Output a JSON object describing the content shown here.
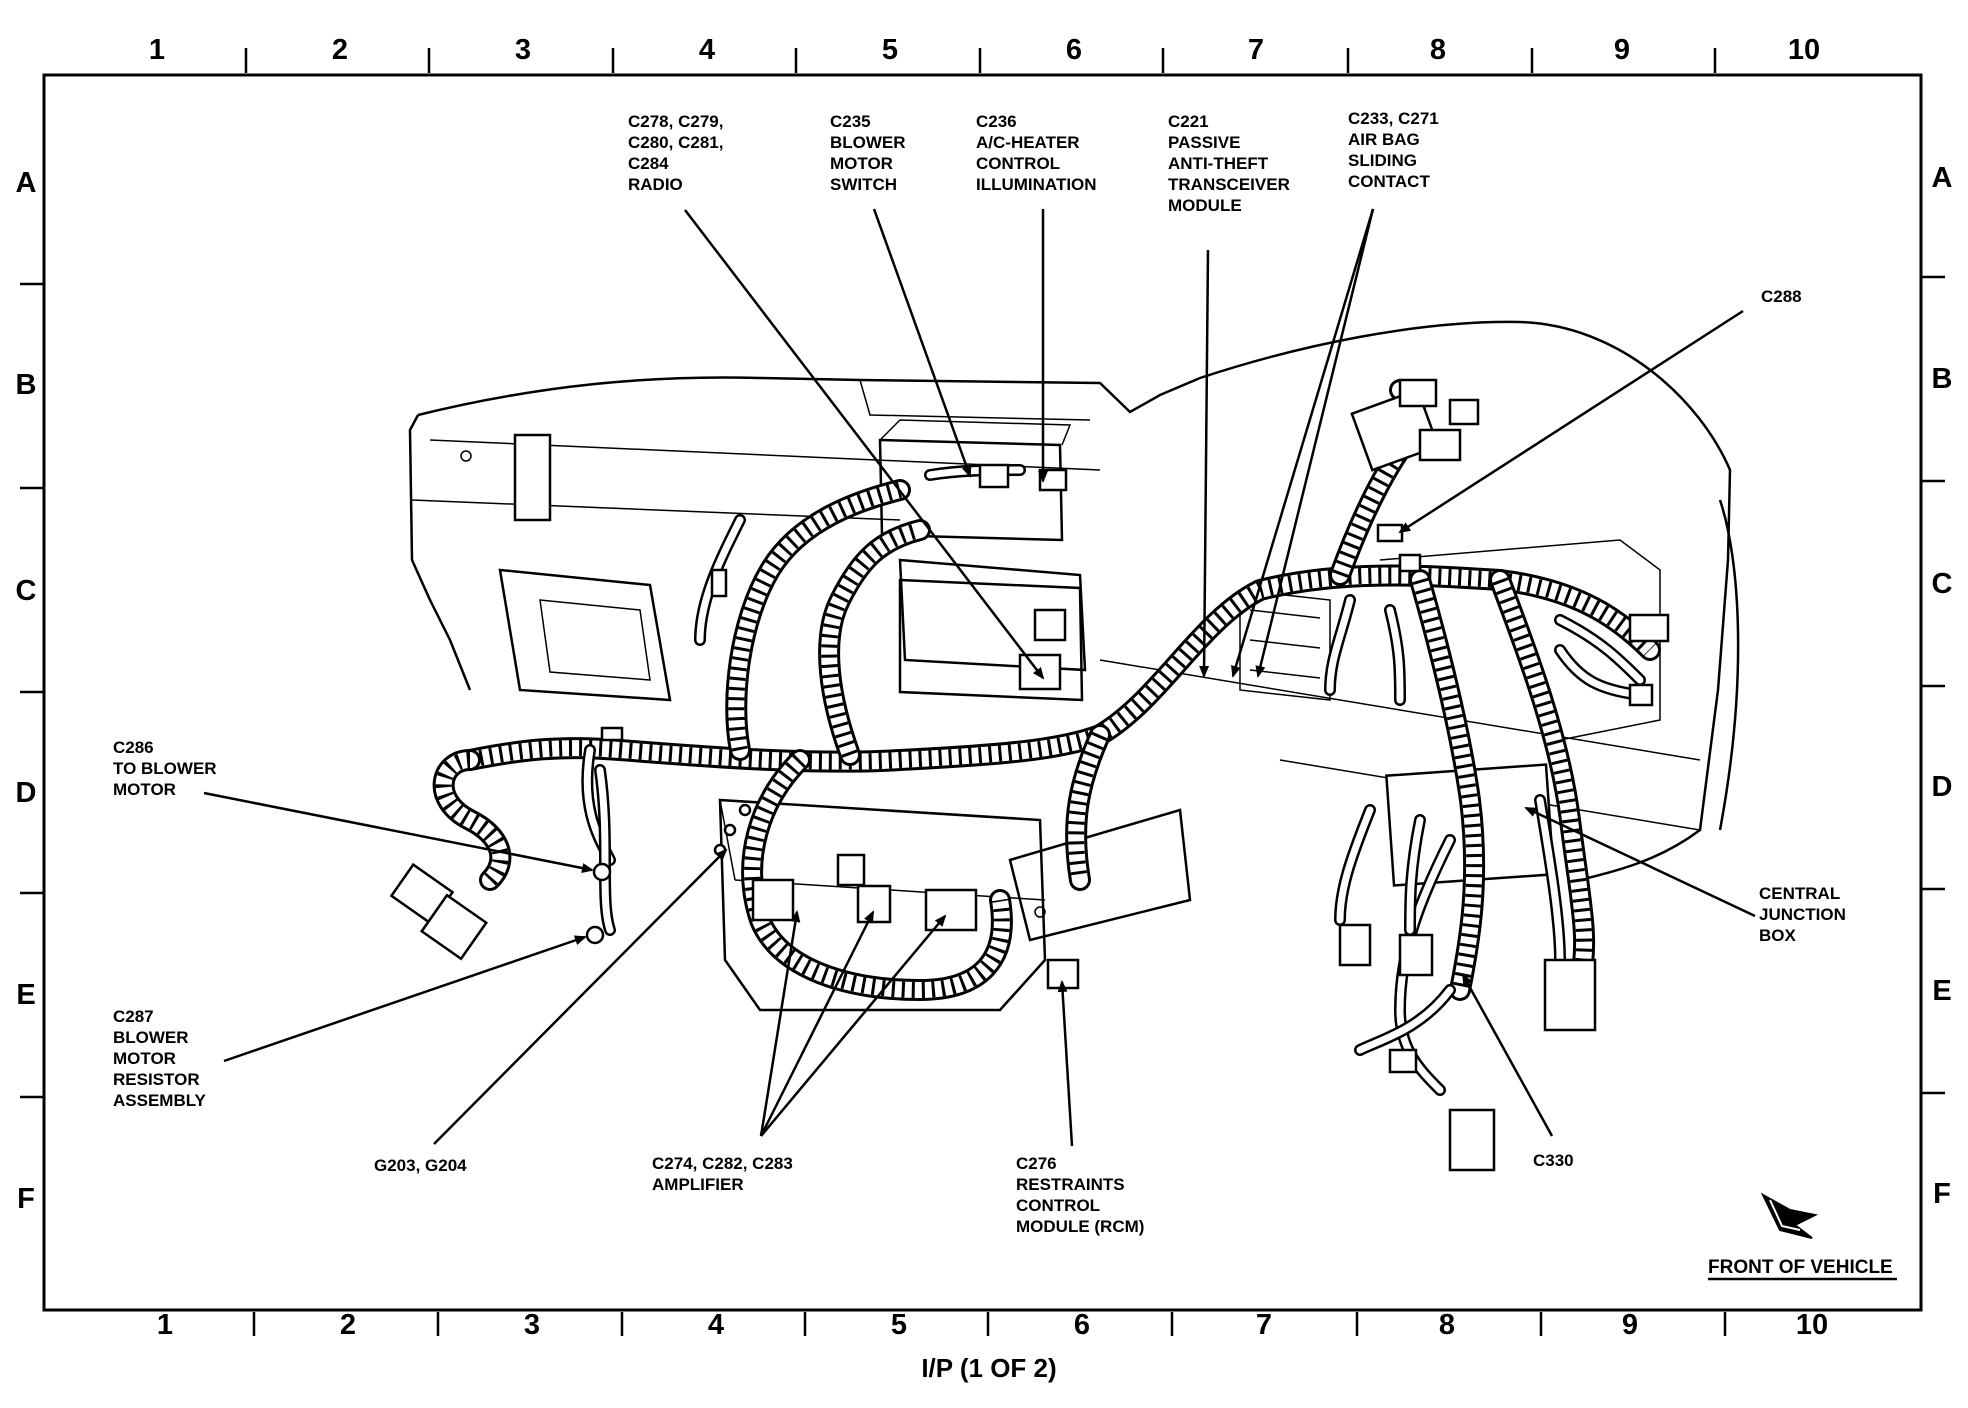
{
  "grid": {
    "top_columns": [
      "1",
      "2",
      "3",
      "4",
      "5",
      "6",
      "7",
      "8",
      "9",
      "10"
    ],
    "bottom_columns": [
      "1",
      "2",
      "3",
      "4",
      "5",
      "6",
      "7",
      "8",
      "9",
      "10"
    ],
    "left_rows": [
      "A",
      "B",
      "C",
      "D",
      "E",
      "F"
    ],
    "right_rows": [
      "A",
      "B",
      "C",
      "D",
      "E",
      "F"
    ]
  },
  "callouts": [
    {
      "id": "radio",
      "lines": [
        "C278, C279,",
        "C280, C281,",
        "C284",
        "RADIO"
      ]
    },
    {
      "id": "blower-switch",
      "lines": [
        "C235",
        "BLOWER",
        "MOTOR",
        "SWITCH"
      ]
    },
    {
      "id": "ac-heater",
      "lines": [
        "C236",
        "A/C-HEATER",
        "CONTROL",
        "ILLUMINATION"
      ]
    },
    {
      "id": "pats",
      "lines": [
        "C221",
        "PASSIVE",
        "ANTI-THEFT",
        "TRANSCEIVER",
        "MODULE"
      ]
    },
    {
      "id": "air-bag",
      "lines": [
        "C233, C271",
        "AIR BAG",
        "SLIDING",
        "CONTACT"
      ]
    },
    {
      "id": "c288",
      "lines": [
        "C288"
      ]
    },
    {
      "id": "c286",
      "lines": [
        "C286",
        "TO BLOWER",
        "MOTOR"
      ]
    },
    {
      "id": "c287",
      "lines": [
        "C287",
        "BLOWER",
        "MOTOR",
        "RESISTOR",
        "ASSEMBLY"
      ]
    },
    {
      "id": "ground",
      "lines": [
        "G203, G204"
      ]
    },
    {
      "id": "amplifier",
      "lines": [
        "C274, C282, C283",
        "AMPLIFIER"
      ]
    },
    {
      "id": "rcm",
      "lines": [
        "C276",
        "RESTRAINTS",
        "CONTROL",
        "MODULE (RCM)"
      ]
    },
    {
      "id": "cjb",
      "lines": [
        "CENTRAL",
        "JUNCTION",
        "BOX"
      ]
    },
    {
      "id": "c330",
      "lines": [
        "C330"
      ]
    }
  ],
  "front_of_vehicle": "FRONT OF VEHICLE",
  "caption": "I/P (1 OF 2)"
}
